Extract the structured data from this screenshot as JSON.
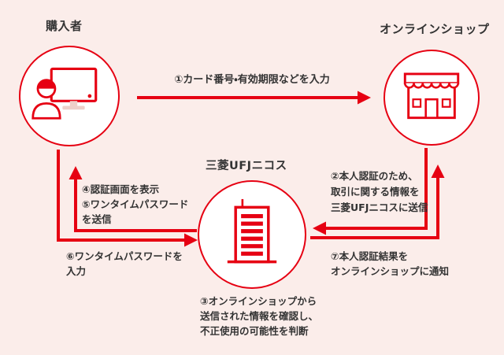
{
  "colors": {
    "background": "#fbedea",
    "accent": "#e60012",
    "text": "#333333"
  },
  "nodes": {
    "buyer": {
      "label": "購入者",
      "icon": "person-at-computer-icon"
    },
    "shop": {
      "label": "オンラインショップ",
      "icon": "storefront-icon"
    },
    "nicos": {
      "label": "三菱UFJニコス",
      "icon": "office-building-icon"
    }
  },
  "labels": {
    "step1": {
      "lines": [
        "①カード番号・有効期限などを入力"
      ]
    },
    "step2": {
      "lines": [
        "②本人認証のため、",
        "取引に関する情報を",
        "三菱UFJニコスに送信"
      ]
    },
    "step3": {
      "lines": [
        "③オンラインショップから",
        "送信された情報を確認し、",
        "不正使用の可能性を判断"
      ]
    },
    "step45": {
      "lines": [
        "④認証画面を表示",
        "⑤ワンタイムパスワード",
        "を送信"
      ]
    },
    "step6": {
      "lines": [
        "⑥ワンタイムパスワードを",
        "入力"
      ]
    },
    "step7": {
      "lines": [
        "⑦本人認証結果を",
        "オンラインショップに通知"
      ]
    }
  },
  "arrows": [
    {
      "name": "arrow-step1",
      "from": "buyer",
      "to": "shop"
    },
    {
      "name": "arrow-step2",
      "from": "shop",
      "to": "nicos"
    },
    {
      "name": "arrow-step45",
      "from": "nicos",
      "to": "buyer"
    },
    {
      "name": "arrow-step6",
      "from": "buyer",
      "to": "nicos"
    },
    {
      "name": "arrow-step7",
      "from": "nicos",
      "to": "shop"
    }
  ]
}
